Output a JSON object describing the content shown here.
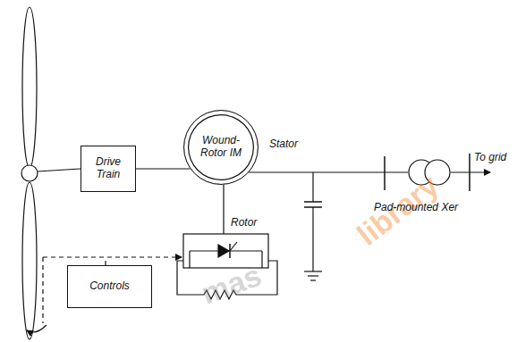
{
  "diagram": {
    "nodes": [
      {
        "text": [
          "Drive Train"
        ]
      },
      {
        "text": [
          "Wound-Rotor IM"
        ]
      },
      {
        "text": [
          "Controls"
        ]
      }
    ],
    "edges": [
      {
        "from": 0,
        "to": 1,
        "arrow": "none"
      }
    ],
    "labels": [
      "Stator",
      "Rotor",
      "Pad-mounted Xer",
      "To grid",
      "mas",
      "library"
    ]
  }
}
